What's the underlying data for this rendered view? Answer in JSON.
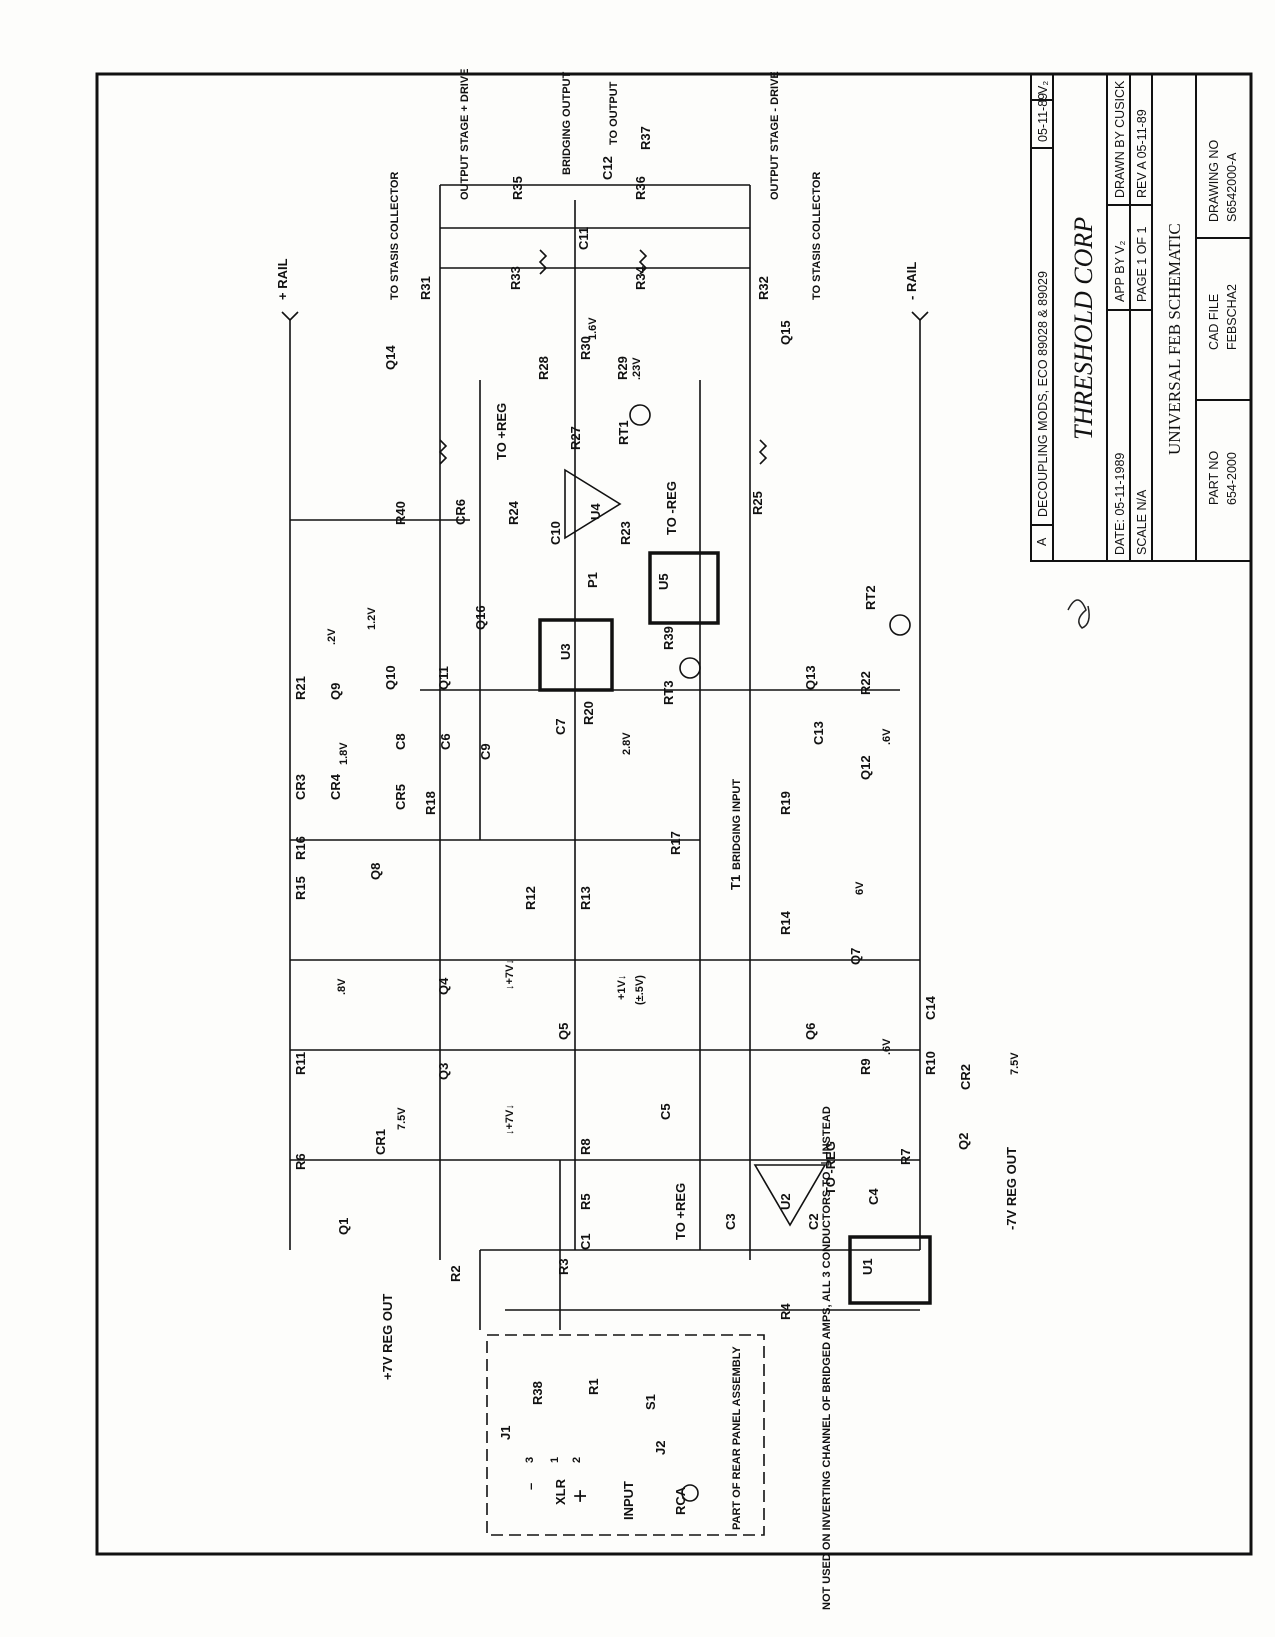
{
  "title_block": {
    "revision": "A",
    "revision_note": "DECOUPLING MODS, ECO 89028 & 89029",
    "revision_date": "05-11-89",
    "revision_initials": "V₂",
    "company": "THRESHOLD CORP",
    "date": "DATE: 05-11-1989",
    "app_by": "APP BY V₂",
    "drawn_by": "DRAWN BY CUSICK",
    "scale": "SCALE   N/A",
    "page": "PAGE  1 OF 1",
    "rev": "REV  A 05-11-89",
    "drawing_title": "UNIVERSAL FEB SCHEMATIC",
    "part_no_label": "PART NO",
    "part_no": "654-2000",
    "cad_file_label": "CAD FILE",
    "cad_file": "FEBSCHA2",
    "drawing_no_label": "DRAWING NO",
    "drawing_no": "S6542000-A"
  },
  "nets": {
    "plus_rail": "+ RAIL",
    "minus_rail": "- RAIL",
    "to_stasis_collector_top": "TO STASIS COLLECTOR",
    "to_stasis_collector_bottom": "TO STASIS COLLECTOR",
    "output_stage_plus": "OUTPUT STAGE + DRIVE",
    "output_stage_minus": "OUTPUT STAGE - DRIVE",
    "bridging_output": "BRIDGING OUTPUT",
    "to_output": "TO OUTPUT",
    "bridging_input": "BRIDGING INPUT",
    "plus7_reg_out": "+7V REG OUT",
    "minus7_reg_out": "-7V REG OUT",
    "to_plus_reg_u4": "TO +REG",
    "to_minus_reg_u4": "TO -REG",
    "to_plus_reg_u2": "TO +REG",
    "to_minus_reg_u2": "TO -REG"
  },
  "components": {
    "transistors": [
      "Q1",
      "Q2",
      "Q3",
      "Q4",
      "Q5",
      "Q6",
      "Q7",
      "Q8",
      "Q9",
      "Q10",
      "Q11",
      "Q12",
      "Q13",
      "Q14",
      "Q15",
      "Q16"
    ],
    "resistors": [
      "R2",
      "R3",
      "R4",
      "R5",
      "R6",
      "R7",
      "R8",
      "R9",
      "R10",
      "R11",
      "R12",
      "R13",
      "R14",
      "R15",
      "R16",
      "R17",
      "R18",
      "R19",
      "R20",
      "R21",
      "R22",
      "R23",
      "R24",
      "R25",
      "R27",
      "R28",
      "R29",
      "R30",
      "R31",
      "R32",
      "R33",
      "R34",
      "R35",
      "R36",
      "R37",
      "R38",
      "R39",
      "R40"
    ],
    "capacitors": [
      "C1",
      "C2",
      "C3",
      "C4",
      "C5",
      "C6",
      "C7",
      "C8",
      "C9",
      "C10",
      "C11",
      "C12",
      "C13",
      "C14"
    ],
    "diodes": [
      "CR1",
      "CR2",
      "CR3",
      "CR4",
      "CR5",
      "CR6"
    ],
    "ics": [
      "U1",
      "U2",
      "U3",
      "U4",
      "U5"
    ],
    "thermistors": [
      "RT1",
      "RT2",
      "RT3"
    ],
    "other": [
      "P1",
      "T1",
      "S1",
      "R1",
      "J1",
      "J2"
    ]
  },
  "voltages": {
    "v_7_5_top": "7.5V",
    "v_7_5_bot": "7.5V",
    "v_0_8": ".8V",
    "v_0_2": ".2V",
    "v_1_2": "1.2V",
    "v_1_8": "1.8V",
    "v_2_8": "2.8V",
    "v_1_6": "1.6V",
    "v_0_23": ".23V",
    "v_6": "6V",
    "v_0_6_a": ".6V",
    "v_0_6_b": ".6V",
    "v_plus7_a": "↓+7V↓",
    "v_plus7_b": "↓+7V↓",
    "v_plus1": "+1V↓",
    "v_0_5": "(±.5V)"
  },
  "input_section": {
    "title": "INPUT",
    "xlr": "XLR",
    "rca": "RCA",
    "minus": "–",
    "plus": "+",
    "pins": [
      "3",
      "1",
      "2"
    ],
    "rear_panel": "PART OF REAR PANEL ASSEMBLY",
    "note": "NOT USED ON INVERTING CHANNEL OF BRIDGED AMPS, ALL 3 CONDUCTORS TO ⏚ INSTEAD"
  }
}
